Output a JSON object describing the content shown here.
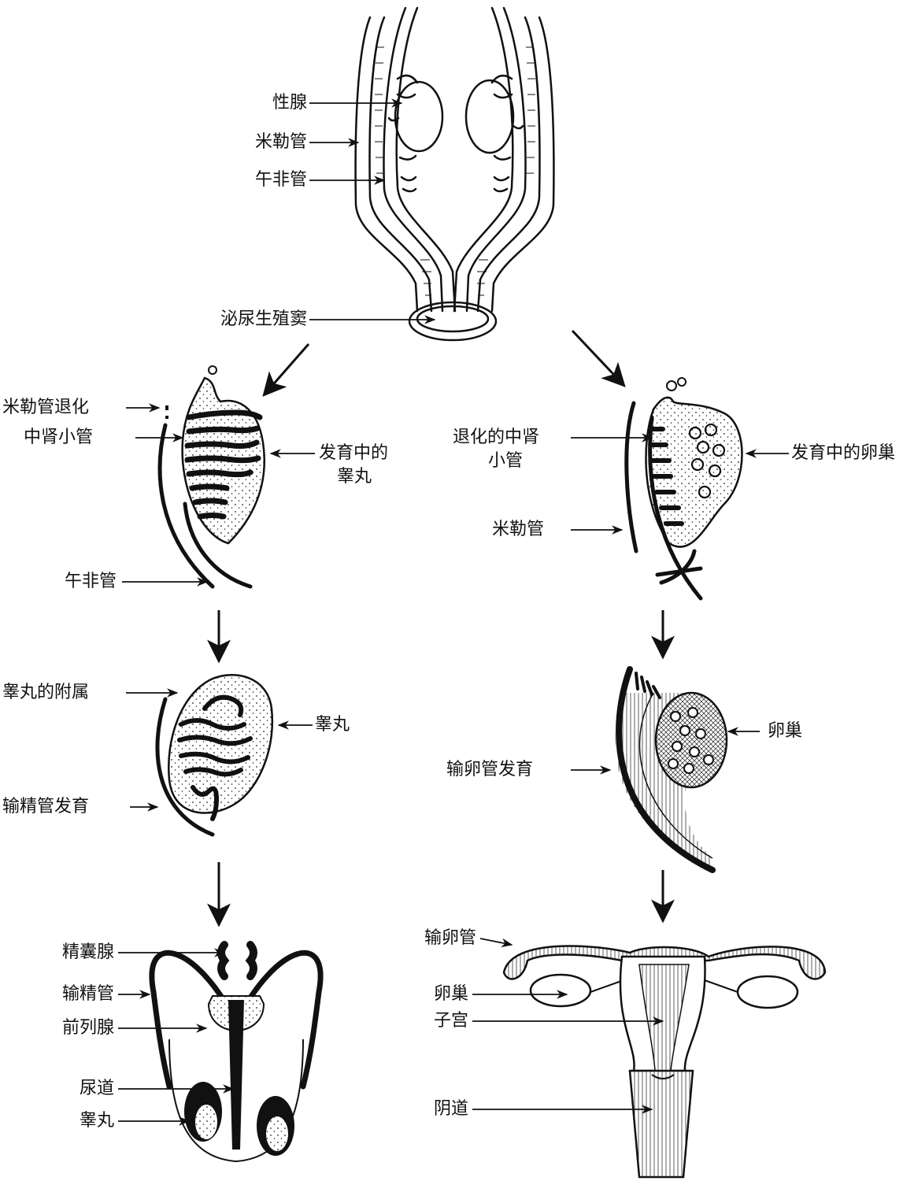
{
  "labels": {
    "top_gonad": "性腺",
    "top_muller": "米勒管",
    "top_wolff": "午非管",
    "top_sinus": "泌尿生殖窦",
    "m1_muller_regress": "米勒管退化",
    "m1_mesonephric": "中肾小管",
    "m1_dev_testis_1": "发育中的",
    "m1_dev_testis_2": "睾丸",
    "m1_wolff": "午非管",
    "f1_regress_tubule_1": "退化的中肾",
    "f1_regress_tubule_2": "小管",
    "f1_dev_ovary": "发育中的卵巢",
    "f1_muller": "米勒管",
    "m2_appendage": "睾丸的附属",
    "m2_testis": "睾丸",
    "m2_vas_dev": "输精管发育",
    "f2_ovary": "卵巢",
    "f2_oviduct_dev": "输卵管发育",
    "m3_seminal": "精囊腺",
    "m3_vas": "输精管",
    "m3_prostate": "前列腺",
    "m3_urethra": "尿道",
    "m3_testis": "睾丸",
    "f3_oviduct": "输卵管",
    "f3_ovary": "卵巢",
    "f3_uterus": "子宫",
    "f3_vagina": "阴道"
  }
}
